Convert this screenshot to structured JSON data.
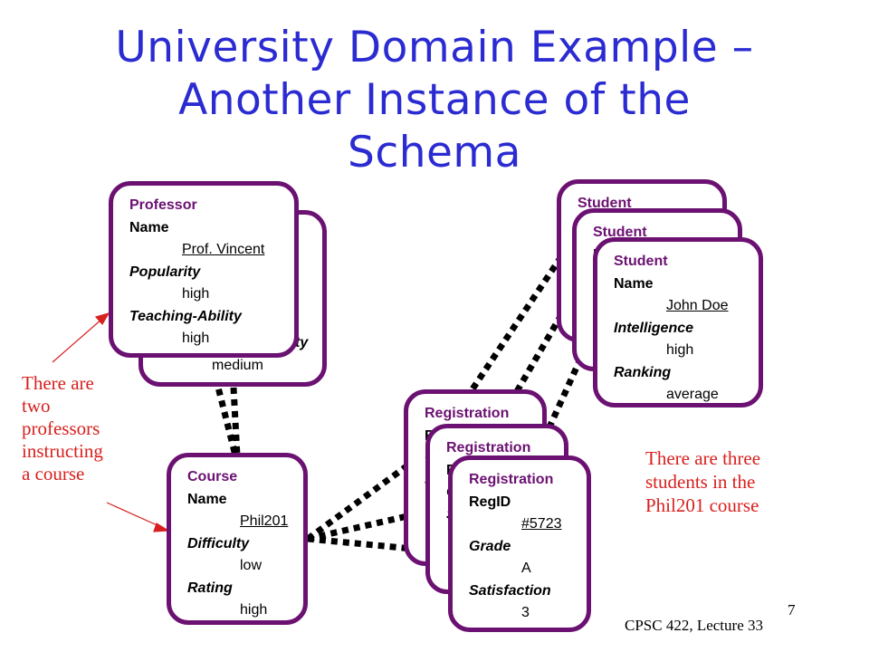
{
  "slide": {
    "title_lines": [
      "University Domain Example –",
      "Another Instance of the",
      "Schema"
    ],
    "footer": "CPSC 422, Lecture 33",
    "page_number": "7"
  },
  "colors": {
    "title": "#2b2bd2",
    "card_border": "#6b1172",
    "note": "#d8201e",
    "connector": "#000000"
  },
  "professors": [
    {
      "type": "",
      "visible_lines": [
        {
          "text": "ty",
          "kind": "attr-italic"
        },
        {
          "text": "medium",
          "kind": "value"
        }
      ]
    },
    {
      "type": "Professor",
      "visible_lines": [
        {
          "text": "Name",
          "kind": "attr"
        },
        {
          "text": "Prof. Vincent",
          "kind": "value-underline"
        },
        {
          "text": "Popularity",
          "kind": "attr-italic"
        },
        {
          "text": "high",
          "kind": "value"
        },
        {
          "text": "Teaching-Ability",
          "kind": "attr-italic"
        },
        {
          "text": "high",
          "kind": "value"
        }
      ]
    }
  ],
  "course": {
    "type": "Course",
    "visible_lines": [
      {
        "text": "Name",
        "kind": "attr"
      },
      {
        "text": "Phil201",
        "kind": "value-underline"
      },
      {
        "text": "Difficulty",
        "kind": "attr-italic"
      },
      {
        "text": "low",
        "kind": "value"
      },
      {
        "text": "Rating",
        "kind": "attr-italic"
      },
      {
        "text": "high",
        "kind": "value"
      }
    ]
  },
  "students": [
    {
      "type": "Student",
      "visible_lines": [
        {
          "text": "N",
          "kind": "attr"
        }
      ]
    },
    {
      "type": "Student",
      "visible_lines": [
        {
          "text": "N",
          "kind": "attr"
        }
      ]
    },
    {
      "type": "Student",
      "visible_lines": [
        {
          "text": "Name",
          "kind": "attr"
        },
        {
          "text": "John Doe",
          "kind": "value-underline"
        },
        {
          "text": "Intelligence",
          "kind": "attr-italic"
        },
        {
          "text": "high",
          "kind": "value"
        },
        {
          "text": "Ranking",
          "kind": "attr-italic"
        },
        {
          "text": "average",
          "kind": "value"
        }
      ]
    }
  ],
  "registrations": [
    {
      "type": "Registration",
      "visible_lines": [
        {
          "text": "R",
          "kind": "attr"
        },
        {
          "text": "",
          "kind": "value"
        },
        {
          "text": "G",
          "kind": "attr-italic"
        },
        {
          "text": "",
          "kind": "value"
        },
        {
          "text": "S",
          "kind": "attr-italic"
        }
      ]
    },
    {
      "type": "Registration",
      "visible_lines": [
        {
          "text": "RegID",
          "kind": "attr"
        },
        {
          "text": "",
          "kind": "value"
        },
        {
          "text": "G",
          "kind": "attr-italic"
        },
        {
          "text": "",
          "kind": "value"
        },
        {
          "text": "S",
          "kind": "attr-italic"
        }
      ]
    },
    {
      "type": "Registration",
      "visible_lines": [
        {
          "text": "RegID",
          "kind": "attr"
        },
        {
          "text": "#5723",
          "kind": "value-underline"
        },
        {
          "text": "Grade",
          "kind": "attr-italic"
        },
        {
          "text": "A",
          "kind": "value"
        },
        {
          "text": "Satisfaction",
          "kind": "attr-italic"
        },
        {
          "text": "3",
          "kind": "value"
        }
      ]
    }
  ],
  "notes": {
    "professors": [
      "There are",
      "two",
      "professors",
      "instructing",
      "a course"
    ],
    "students": [
      "There are three",
      "students in the",
      "Phil201 course"
    ]
  }
}
